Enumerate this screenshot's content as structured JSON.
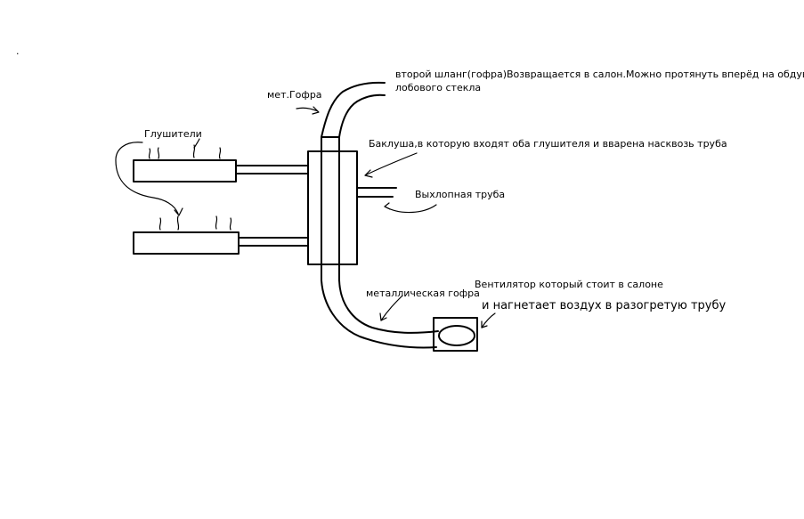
{
  "stray_mark": ".",
  "labels": {
    "second_hose": "второй шланг(гофра)Возвращается в салон.Можно протянуть вперёд на обдув",
    "second_hose_cont": "лобового стекла",
    "met_gofra": "мет.Гофра",
    "mufflers": "Глушители",
    "baklusha": "Баклуша,в которую входят оба глушителя и вварена насквозь труба",
    "exhaust_pipe": "Выхлопная труба",
    "metal_gofra": "металлическая гофра",
    "fan": "Вентилятор который стоит в салоне",
    "fan_cont": "и нагнетает воздух в разогретую трубу"
  }
}
